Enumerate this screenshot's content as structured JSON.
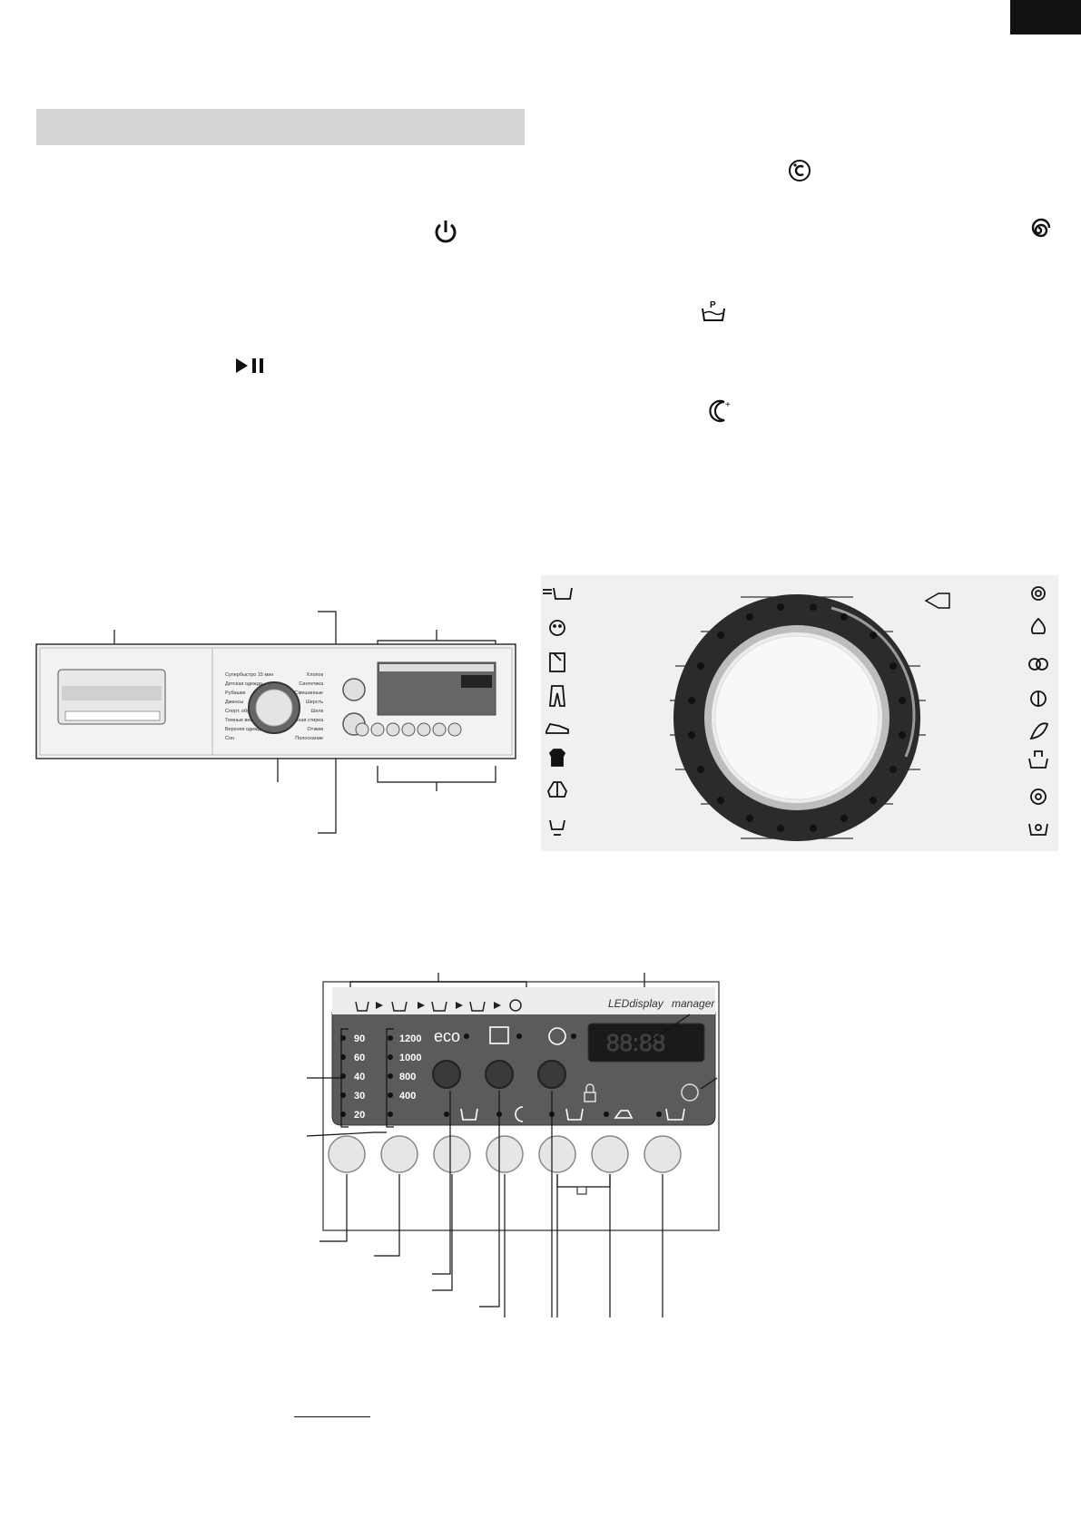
{
  "control_panel": {
    "temps": [
      "90",
      "60",
      "40",
      "30",
      "20"
    ],
    "spins": [
      "1200",
      "1000",
      "800",
      "400"
    ],
    "eco_label": "eco",
    "display_text": "88:88",
    "logo_led": "LEDdisplay",
    "logo_manager": "manager"
  },
  "program_list": {
    "left": [
      "Супербыстро 15 мин",
      "Детская одежда",
      "Рубашки",
      "Джинсы",
      "Спорт. обувь",
      "Темные вещи",
      "Верхняя одежда",
      "Сон"
    ],
    "right": [
      "Хлопок",
      "Синтетика",
      "Смешанные",
      "Шерсть",
      "Шелк",
      "Ручная стирка",
      "Отжим",
      "Полоскание"
    ]
  },
  "icons": {
    "header": [
      "temp-icon",
      "power-icon",
      "play-pause-icon",
      "spin-icon",
      "prewash-icon",
      "night-wash-icon"
    ],
    "left_column": [
      "quick-wash-icon",
      "baby-icon",
      "shirt-icon",
      "jeans-icon",
      "sport-shoe-icon",
      "dark-tshirt-icon",
      "jacket-icon",
      "sleep-icon"
    ],
    "right_column": [
      "cotton-icon",
      "synthetic-icon",
      "mixed-icon",
      "wool-icon",
      "silk-icon",
      "hand-wash-icon",
      "spin-icon",
      "rinse-icon"
    ],
    "buttons": [
      "temp-button",
      "spin-button",
      "prewash-button",
      "night-button",
      "stain-button",
      "easy-iron-button",
      "extra-rinse-button"
    ]
  }
}
